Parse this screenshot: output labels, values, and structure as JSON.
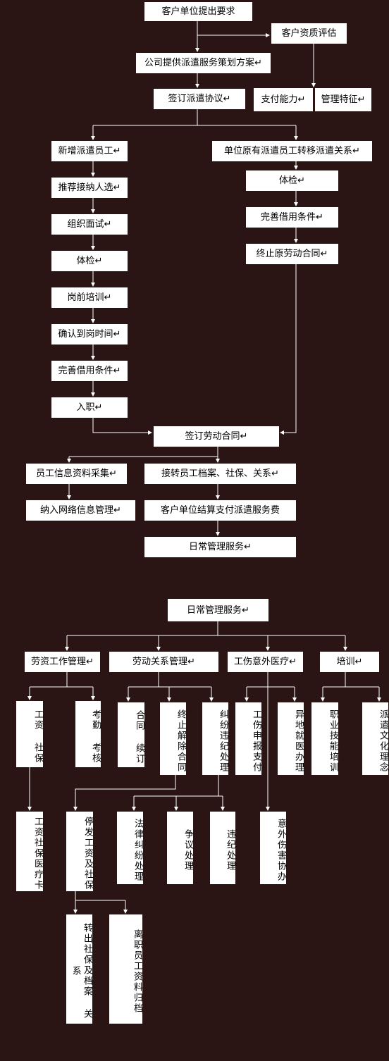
{
  "flow": {
    "b01": "客户单位提出要求",
    "b02": "客户资质评估",
    "b03": "公司提供派遣服务策划方案↵",
    "b04": "签订派遣协议↵",
    "b05": "支付能力↵",
    "b06": "管理特征↵",
    "b07": "新增派遣员工↵",
    "b08": "单位原有派遣员工转移派遣关系↵",
    "b09": "推荐接纳人选↵",
    "b10": "组织面试↵",
    "b11": "体检↵",
    "b12": "岗前培训↵",
    "b13": "确认到岗时间↵",
    "b14": "完善借用条件↵",
    "b15": "入职↵",
    "b16": "体检↵",
    "b17": "完善借用条件↵",
    "b18": "终止原劳动合同↵",
    "b19": "签订劳动合同↵",
    "b20": "员工信息资料采集↵",
    "b21": "接转员工档案、社保、关系↵",
    "b22": "纳入网络信息管理↵",
    "b23": "客户单位结算支付派遣服务费",
    "b24": "日常管理服务↵"
  },
  "tree": {
    "root": "日常管理服务↵",
    "c1": "劳资工作管理↵",
    "c2": "劳动关系管理↵",
    "c3": "工伤意外医疗↵",
    "c4": "培训↵",
    "l01": "工资 社保",
    "l02": "考勤 考核",
    "l03": "合同 续订",
    "l04": "终止解除合同",
    "l05": "纠纷违纪处理",
    "l06": "工伤申报支付",
    "l07": "异地就医办理",
    "l08": "职业技能培训",
    "l09": "派遣文化理念",
    "l10": "工资社保医疗卡",
    "l11": "停发工资及社保",
    "l12": "法律纠纷处理",
    "l13": "争议处理",
    "l14": "违纪处理",
    "l15": "意外伤害协办",
    "l16": "转出社保及档案 关系",
    "l17": "离职员工资料归档"
  },
  "colors": {
    "background": "#2a1414",
    "box": "#ffffff",
    "line": "#ffffff"
  }
}
